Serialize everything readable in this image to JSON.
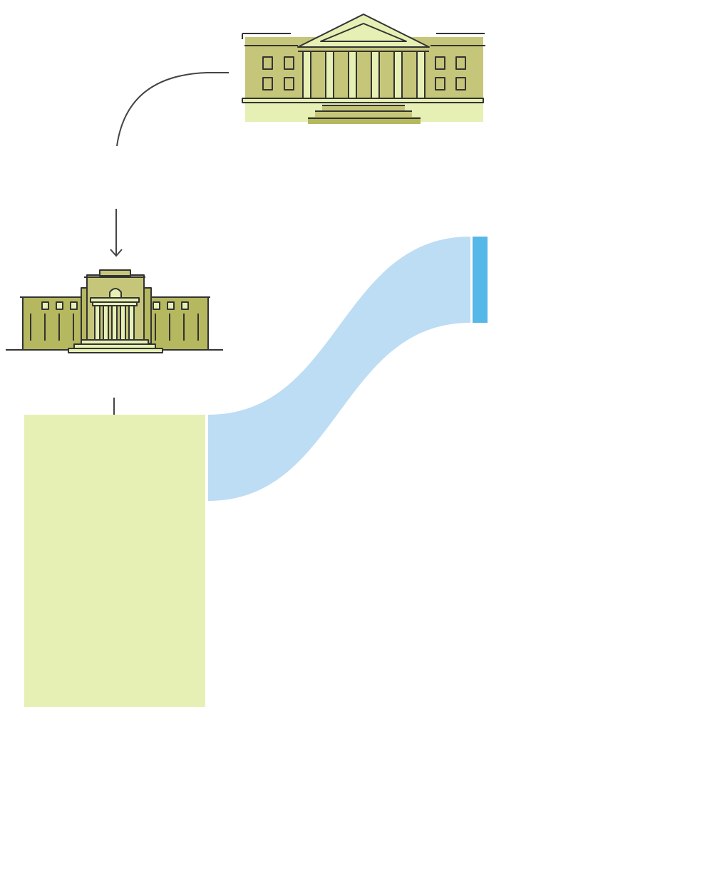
{
  "diagram": {
    "type": "flow",
    "nodes": [
      {
        "id": "capitol-building",
        "icon": "capitol-building-icon",
        "label": ""
      },
      {
        "id": "federal-reserve-building",
        "icon": "federal-reserve-building-icon",
        "label": ""
      },
      {
        "id": "source-block",
        "label": ""
      },
      {
        "id": "target-bar",
        "label": ""
      }
    ],
    "edges": [
      {
        "from": "capitol-building",
        "to": "federal-reserve-building",
        "kind": "arrow"
      },
      {
        "from": "federal-reserve-building",
        "to": "source-block",
        "kind": "arrow"
      },
      {
        "from": "source-block",
        "to": "target-bar",
        "kind": "sankey-band"
      }
    ]
  },
  "colors": {
    "building_olive": "#c6c67a",
    "building_dark_olive": "#b5b85e",
    "building_light": "#e6f0b4",
    "outline": "#333333",
    "source_block": "#e6f0b4",
    "flow_band": "#bcddf4",
    "target_bar": "#55b8e6",
    "arrow": "#444444"
  }
}
